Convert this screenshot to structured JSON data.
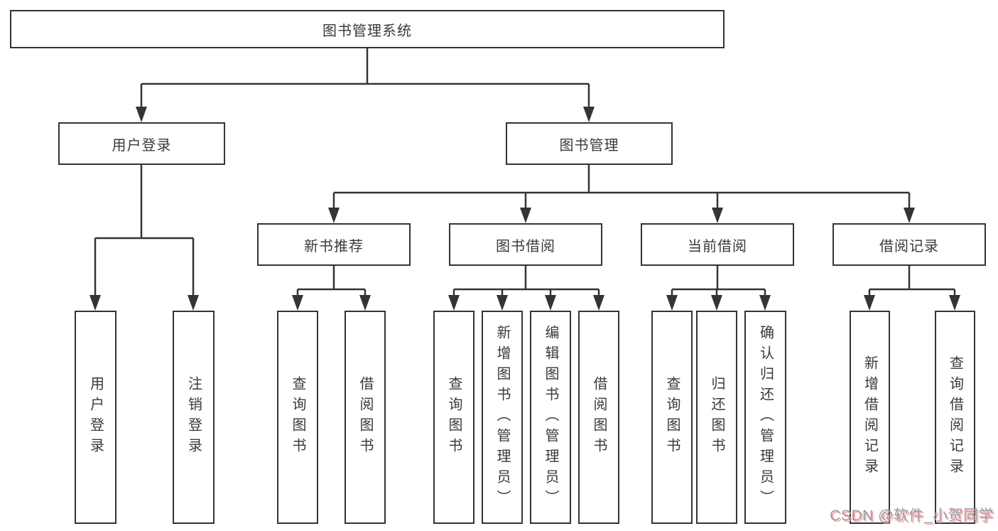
{
  "diagram": {
    "title": "图书管理系统",
    "nodes": {
      "root": {
        "label": "图书管理系统"
      },
      "user_login": {
        "label": "用户登录"
      },
      "book_mgmt": {
        "label": "图书管理"
      },
      "new_books": {
        "label": "新书推荐"
      },
      "book_borrow": {
        "label": "图书借阅"
      },
      "current_borrow": {
        "label": "当前借阅"
      },
      "borrow_records": {
        "label": "借阅记录"
      },
      "v_user_login": {
        "label": "用户登录"
      },
      "v_logout": {
        "label": "注销登录"
      },
      "v_query_book_1": {
        "label": "查询图书"
      },
      "v_borrow_book_1": {
        "label": "借阅图书"
      },
      "v_query_book_2": {
        "label": "查询图书"
      },
      "v_add_book": {
        "label": "新增图书（管理员）"
      },
      "v_edit_book": {
        "label": "编辑图书（管理员）"
      },
      "v_borrow_book_2": {
        "label": "借阅图书"
      },
      "v_query_book_3": {
        "label": "查询图书"
      },
      "v_return_book": {
        "label": "归还图书"
      },
      "v_confirm_return": {
        "label": "确认归还（管理员）"
      },
      "v_add_record": {
        "label": "新增借阅记录"
      },
      "v_query_record": {
        "label": "查询借阅记录"
      }
    },
    "hierarchy": {
      "图书管理系统": {
        "用户登录": [
          "用户登录",
          "注销登录"
        ],
        "图书管理": {
          "新书推荐": [
            "查询图书",
            "借阅图书"
          ],
          "图书借阅": [
            "查询图书",
            "新增图书（管理员）",
            "编辑图书（管理员）",
            "借阅图书"
          ],
          "当前借阅": [
            "查询图书",
            "归还图书",
            "确认归还（管理员）"
          ],
          "借阅记录": [
            "新增借阅记录",
            "查询借阅记录"
          ]
        }
      }
    },
    "watermark": "CSDN @软件_小贺同学",
    "colors": {
      "line": "#343434",
      "text": "#3a3a3a",
      "background": "#ffffff",
      "watermark_text": "#949ba3",
      "watermark_shadow": "#fa9494"
    }
  }
}
